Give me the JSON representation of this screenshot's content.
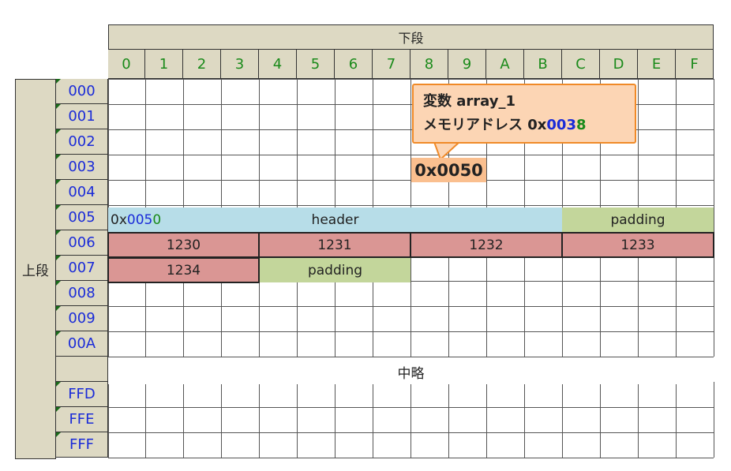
{
  "top_title": "下段",
  "side_title": "上段",
  "columns": [
    "0",
    "1",
    "2",
    "3",
    "4",
    "5",
    "6",
    "7",
    "8",
    "9",
    "A",
    "B",
    "C",
    "D",
    "E",
    "F"
  ],
  "rows": [
    "000",
    "001",
    "002",
    "003",
    "004",
    "005",
    "006",
    "007",
    "008",
    "009",
    "00A",
    "",
    "FFD",
    "FFE",
    "FFF"
  ],
  "omitted_label": "中略",
  "header_bar": {
    "prefix": "0x",
    "addr_blue": "005",
    "addr_green": "0",
    "label": "header"
  },
  "padding_label_1": "padding",
  "padding_label_2": "padding",
  "values": [
    "1230",
    "1231",
    "1232",
    "1233",
    "1234"
  ],
  "callout": {
    "line1": "変数  array_1",
    "line2_prefix": "メモリアドレス  0x",
    "line2_blue": "003",
    "line2_green": "8"
  },
  "addr_tag": "0x0050",
  "colors": {
    "green": "#1a8a1a",
    "blue": "#1a2bd8",
    "header": "#b7dde8",
    "padding": "#c3d69b",
    "value": "#da9694"
  }
}
